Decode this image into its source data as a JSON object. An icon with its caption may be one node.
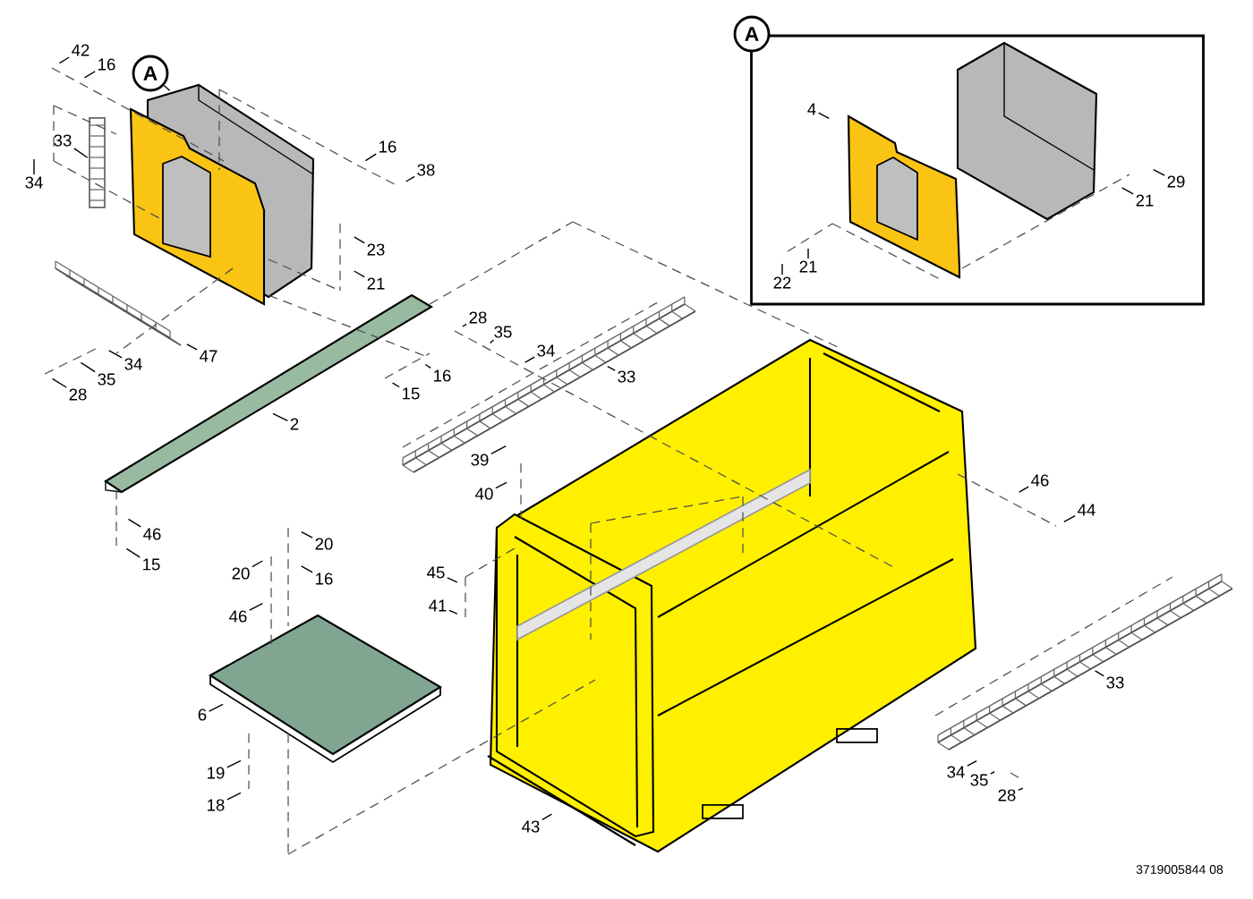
{
  "diagram": {
    "nodes": [
      {
        "text": [
          "42"
        ]
      },
      {
        "text": [
          "16"
        ]
      },
      {
        "text": [
          "A"
        ]
      },
      {
        "text": [
          "33"
        ]
      },
      {
        "text": [
          "34"
        ]
      },
      {
        "text": [
          "16"
        ]
      },
      {
        "text": [
          "38"
        ]
      },
      {
        "text": [
          "23"
        ]
      },
      {
        "text": [
          "21"
        ]
      },
      {
        "text": [
          "A"
        ]
      },
      {
        "text": [
          "4"
        ],
        "in": 9
      },
      {
        "text": [
          "29"
        ],
        "in": 9
      },
      {
        "text": [
          "21"
        ],
        "in": 9
      },
      {
        "text": [
          "21"
        ],
        "in": 9
      },
      {
        "text": [
          "22"
        ],
        "in": 9
      },
      {
        "text": [
          "28"
        ]
      },
      {
        "text": [
          "35"
        ]
      },
      {
        "text": [
          "34"
        ]
      },
      {
        "text": [
          "47"
        ]
      },
      {
        "text": [
          "34"
        ]
      },
      {
        "text": [
          "16"
        ]
      },
      {
        "text": [
          "33"
        ]
      },
      {
        "text": [
          "35"
        ]
      },
      {
        "text": [
          "15"
        ]
      },
      {
        "text": [
          "28"
        ]
      },
      {
        "text": [
          "2"
        ]
      },
      {
        "text": [
          "39"
        ]
      },
      {
        "text": [
          "46"
        ]
      },
      {
        "text": [
          "40"
        ]
      },
      {
        "text": [
          "44"
        ]
      },
      {
        "text": [
          "46"
        ]
      },
      {
        "text": [
          "20"
        ]
      },
      {
        "text": [
          "15"
        ]
      },
      {
        "text": [
          "45"
        ]
      },
      {
        "text": [
          "20"
        ]
      },
      {
        "text": [
          "16"
        ]
      },
      {
        "text": [
          "41"
        ]
      },
      {
        "text": [
          "46"
        ]
      },
      {
        "text": [
          "33"
        ]
      },
      {
        "text": [
          "6"
        ]
      },
      {
        "text": [
          "34"
        ]
      },
      {
        "text": [
          "19"
        ]
      },
      {
        "text": [
          "35"
        ]
      },
      {
        "text": [
          "28"
        ]
      },
      {
        "text": [
          "18"
        ]
      },
      {
        "text": [
          "43"
        ]
      }
    ],
    "edges": [
      {
        "from": 0,
        "to": null,
        "arrow": "none"
      },
      {
        "from": 1,
        "to": null,
        "arrow": "none"
      },
      {
        "from": 2,
        "to": null,
        "arrow": "none"
      },
      {
        "from": 3,
        "to": null,
        "arrow": "none"
      },
      {
        "from": 4,
        "to": null,
        "arrow": "none"
      },
      {
        "from": 5,
        "to": null,
        "arrow": "none"
      },
      {
        "from": 6,
        "to": null,
        "arrow": "none"
      },
      {
        "from": 7,
        "to": null,
        "arrow": "none"
      },
      {
        "from": 8,
        "to": null,
        "arrow": "none"
      },
      {
        "from": 10,
        "to": null,
        "arrow": "none"
      },
      {
        "from": 11,
        "to": null,
        "arrow": "none"
      },
      {
        "from": 12,
        "to": null,
        "arrow": "none"
      },
      {
        "from": 13,
        "to": null,
        "arrow": "none"
      },
      {
        "from": 14,
        "to": null,
        "arrow": "none"
      },
      {
        "from": 15,
        "to": null,
        "arrow": "none"
      },
      {
        "from": 16,
        "to": null,
        "arrow": "none"
      },
      {
        "from": 17,
        "to": null,
        "arrow": "none"
      },
      {
        "from": 18,
        "to": null,
        "arrow": "none"
      },
      {
        "from": 19,
        "to": null,
        "arrow": "none"
      },
      {
        "from": 20,
        "to": null,
        "arrow": "none"
      },
      {
        "from": 21,
        "to": null,
        "arrow": "none"
      },
      {
        "from": 22,
        "to": null,
        "arrow": "none"
      },
      {
        "from": 23,
        "to": null,
        "arrow": "none"
      },
      {
        "from": 24,
        "to": null,
        "arrow": "none"
      },
      {
        "from": 25,
        "to": null,
        "arrow": "none"
      },
      {
        "from": 26,
        "to": null,
        "arrow": "none"
      },
      {
        "from": 27,
        "to": null,
        "arrow": "none"
      },
      {
        "from": 28,
        "to": null,
        "arrow": "none"
      },
      {
        "from": 29,
        "to": null,
        "arrow": "none"
      },
      {
        "from": 30,
        "to": null,
        "arrow": "none"
      },
      {
        "from": 31,
        "to": null,
        "arrow": "none"
      },
      {
        "from": 32,
        "to": null,
        "arrow": "none"
      },
      {
        "from": 33,
        "to": null,
        "arrow": "none"
      },
      {
        "from": 34,
        "to": null,
        "arrow": "none"
      },
      {
        "from": 35,
        "to": null,
        "arrow": "none"
      },
      {
        "from": 36,
        "to": null,
        "arrow": "none"
      },
      {
        "from": 37,
        "to": null,
        "arrow": "none"
      },
      {
        "from": 38,
        "to": null,
        "arrow": "none"
      },
      {
        "from": 39,
        "to": null,
        "arrow": "none"
      },
      {
        "from": 40,
        "to": null,
        "arrow": "none"
      },
      {
        "from": 41,
        "to": null,
        "arrow": "none"
      },
      {
        "from": 42,
        "to": null,
        "arrow": "none"
      },
      {
        "from": 43,
        "to": null,
        "arrow": "none"
      },
      {
        "from": 44,
        "to": null,
        "arrow": "none"
      },
      {
        "from": 45,
        "to": null,
        "arrow": "none"
      }
    ],
    "labels": [
      "3719005844 08"
    ]
  }
}
